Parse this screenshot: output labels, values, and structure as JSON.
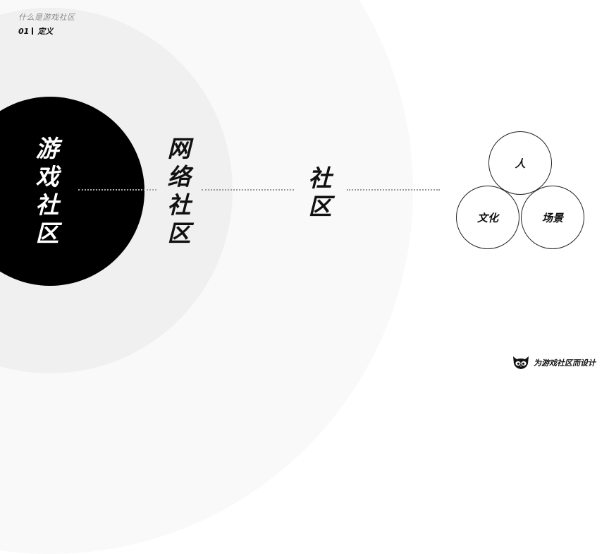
{
  "header": {
    "subtitle": "什么是游戏社区",
    "section_number": "01",
    "section_title": "定义"
  },
  "diagram": {
    "levels": [
      {
        "label": "游戏社区",
        "chars": [
          "游",
          "戏",
          "社",
          "区"
        ]
      },
      {
        "label": "网络社区",
        "chars": [
          "网",
          "络",
          "社",
          "区"
        ]
      },
      {
        "label": "社区",
        "chars": [
          "社",
          "区"
        ]
      }
    ],
    "elements": [
      {
        "label": "人"
      },
      {
        "label": "文化"
      },
      {
        "label": "场景"
      }
    ]
  },
  "footer": {
    "logo_icon": "owl-icon",
    "tagline": "为游戏社区而设计"
  },
  "colors": {
    "outer_circle": "#f9f9f9",
    "middle_circle": "#f0f0f0",
    "inner_circle": "#000000",
    "text_dark": "#111111",
    "text_muted": "#8a8a8a"
  }
}
